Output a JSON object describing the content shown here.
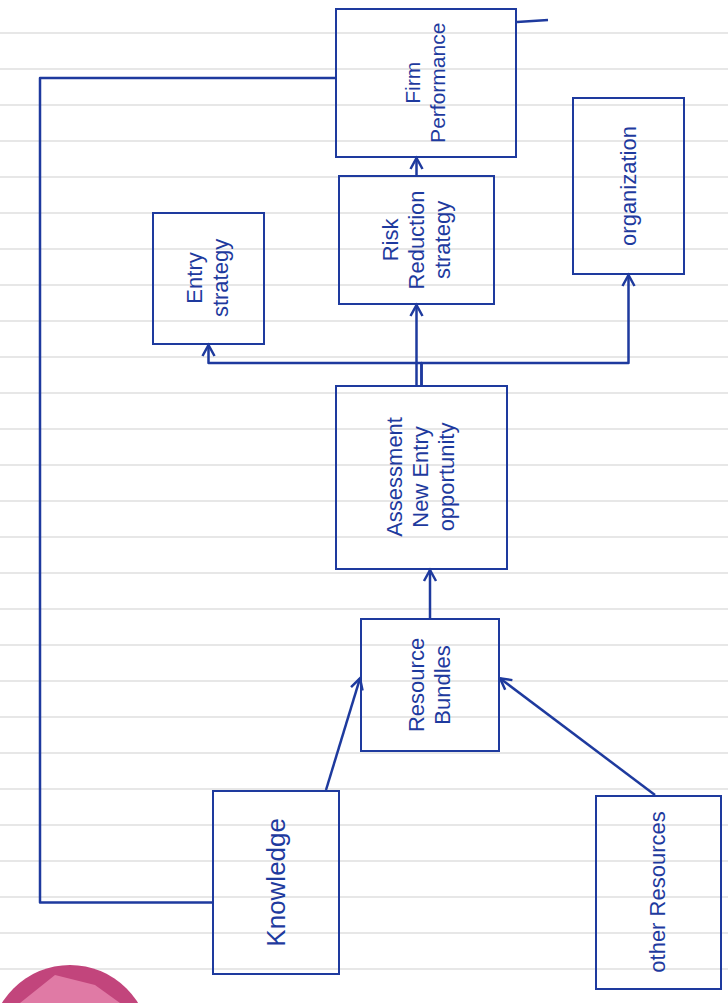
{
  "diagram": {
    "nodes": [
      {
        "text": [
          "Firm Performance"
        ]
      },
      {
        "text": [
          "organization"
        ]
      },
      {
        "text": [
          "Risk Reduction strategy"
        ]
      },
      {
        "text": [
          "Entry strategy"
        ]
      },
      {
        "text": [
          "Assessment New Entry opportunity"
        ]
      },
      {
        "text": [
          "Resource Bundles"
        ]
      },
      {
        "text": [
          "Knowledge"
        ]
      },
      {
        "text": [
          "other Resources"
        ]
      }
    ],
    "edges": [
      {
        "from": 6,
        "to": 5,
        "arrow": "to"
      },
      {
        "from": 7,
        "to": 5,
        "arrow": "to"
      },
      {
        "from": 5,
        "to": 4,
        "arrow": "to"
      },
      {
        "from": 4,
        "to": 2,
        "arrow": "to"
      },
      {
        "from": 4,
        "to": 3,
        "arrow": "to"
      },
      {
        "from": 4,
        "to": 1,
        "arrow": "to"
      },
      {
        "from": 2,
        "to": 0,
        "arrow": "to"
      },
      {
        "from": 6,
        "to": 0,
        "arrow": "none"
      }
    ]
  }
}
